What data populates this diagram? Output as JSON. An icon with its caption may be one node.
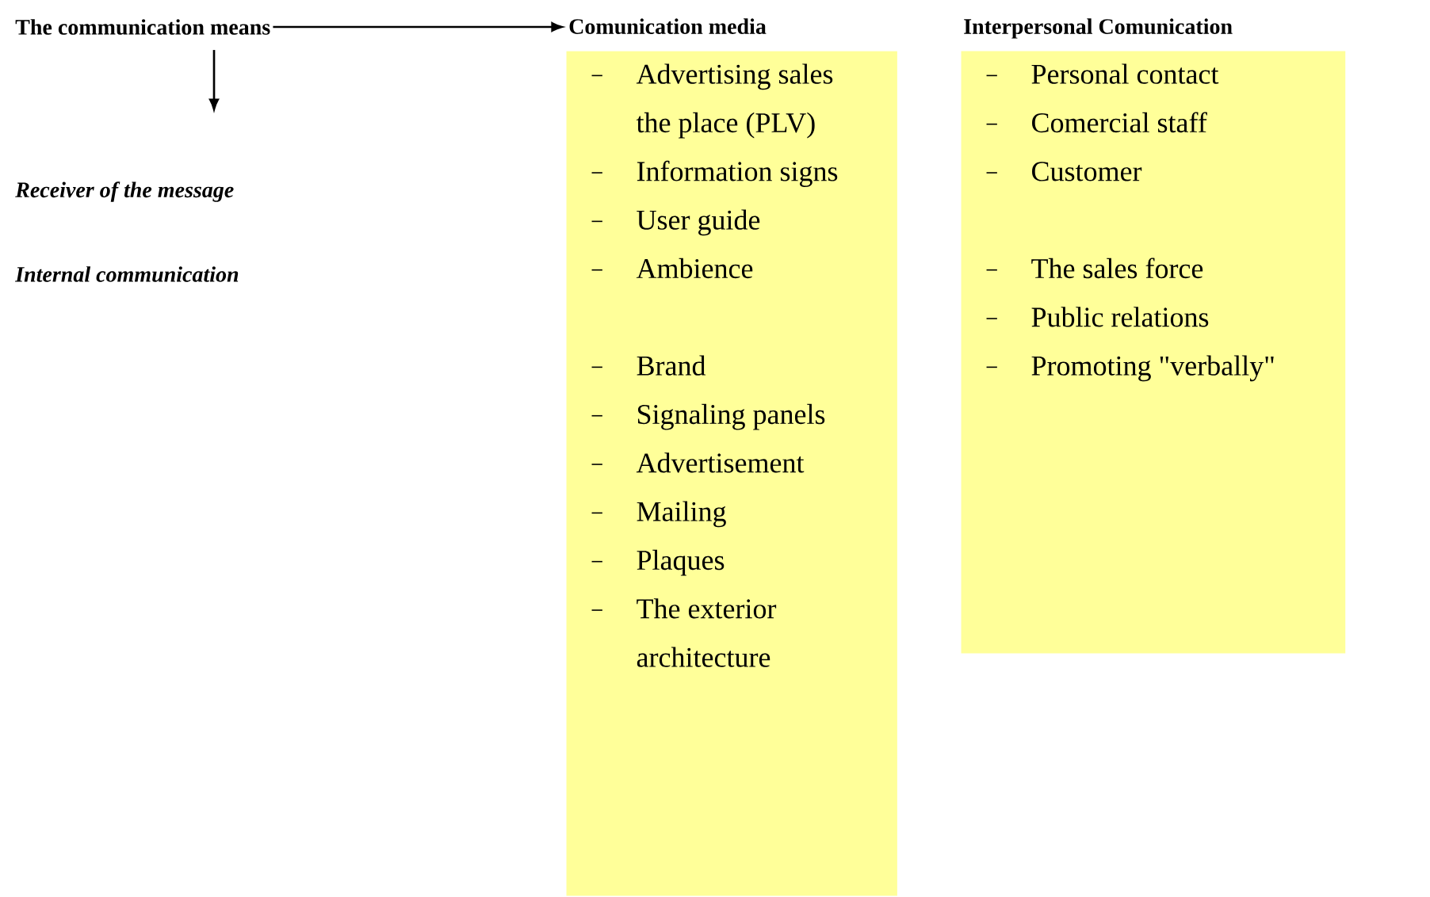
{
  "diagram": {
    "nodes": [
      {
        "text": [
          "The communication means"
        ]
      },
      {
        "text": [
          "Comunication media",
          "Advertising sales the place (PLV)",
          "Information signs",
          "User guide",
          "Ambience",
          "Brand",
          "Signaling panels",
          "Advertisement",
          "Mailing",
          "Plaques",
          "The exterior architecture"
        ]
      },
      {
        "text": [
          "Interpersonal Comunication",
          "Personal contact",
          "Comercial staff",
          "Customer",
          "The sales force",
          "Public relations",
          "Promoting \"verbally\""
        ]
      }
    ],
    "edges": [
      {
        "from": 0,
        "to": 1,
        "arrow": "to"
      },
      {
        "from": 0,
        "to": null,
        "arrow": "to"
      }
    ],
    "labels": [
      "Receiver of the message",
      "Internal communication"
    ]
  }
}
